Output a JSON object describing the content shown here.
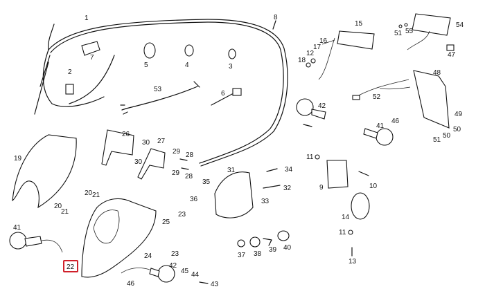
{
  "title": "Exploded parts diagram - headlight fairing and electrical system",
  "highlighted_part": "22",
  "highlight_color": "#d0202a",
  "labels": {
    "p1": "1",
    "p2": "2",
    "p3": "3",
    "p4": "4",
    "p5": "5",
    "p6": "6",
    "p7": "7",
    "p8": "8",
    "p9": "9",
    "p10": "10",
    "p11a": "11",
    "p11b": "11",
    "p12": "12",
    "p13": "13",
    "p14": "14",
    "p15": "15",
    "p16": "16",
    "p17": "17",
    "p18": "18",
    "p19": "19",
    "p20a": "20",
    "p20b": "20",
    "p21a": "21",
    "p21b": "21",
    "p22": "22",
    "p23a": "23",
    "p23b": "23",
    "p24": "24",
    "p25": "25",
    "p26": "26",
    "p27": "27",
    "p28a": "28",
    "p28b": "28",
    "p29a": "29",
    "p29b": "29",
    "p30a": "30",
    "p30b": "30",
    "p31": "31",
    "p32": "32",
    "p33": "33",
    "p34": "34",
    "p35": "35",
    "p36": "36",
    "p37": "37",
    "p38": "38",
    "p39": "39",
    "p40": "40",
    "p41a": "41",
    "p41b": "41",
    "p42a": "42",
    "p42b": "42",
    "p43": "43",
    "p44": "44",
    "p45": "45",
    "p46a": "46",
    "p46b": "46",
    "p47": "47",
    "p48": "48",
    "p49": "49",
    "p50a": "50",
    "p50b": "50",
    "p51a": "51",
    "p51b": "51",
    "p52": "52",
    "p53": "53",
    "p54": "54",
    "p55": "55"
  }
}
